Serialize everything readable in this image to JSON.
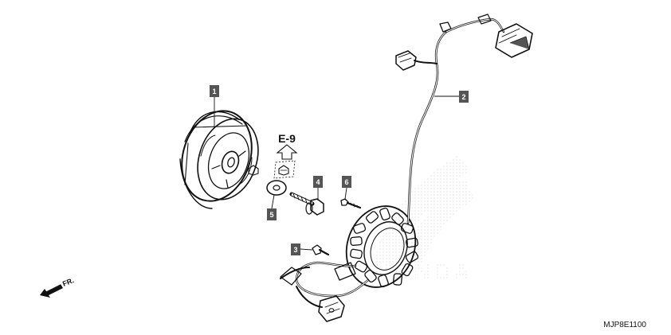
{
  "diagram_code": "MJP8E1100",
  "reference": "E-9",
  "direction_label": "FR.",
  "callouts": [
    "1",
    "2",
    "3",
    "4",
    "5",
    "6"
  ],
  "icons": {
    "front_arrow": "front-direction-arrow-icon",
    "reference_arrow": "up-arrow-icon",
    "watermark": "honda-wing-watermark"
  }
}
